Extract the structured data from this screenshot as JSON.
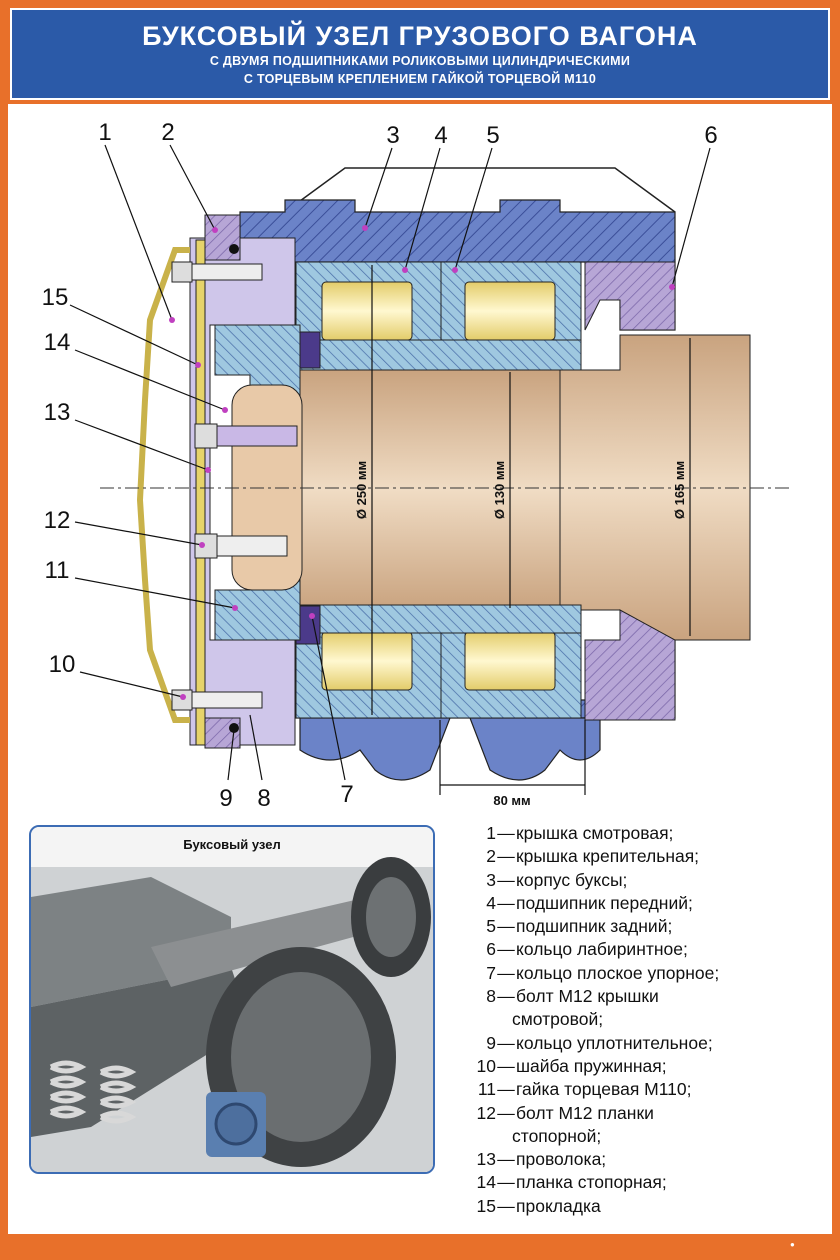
{
  "header": {
    "title": "БУКСОВЫЙ УЗЕЛ ГРУЗОВОГО ВАГОНА",
    "subtitle_1": "С ДВУМЯ ПОДШИПНИКАМИ РОЛИКОВЫМИ ЦИЛИНДРИЧЕСКИМИ",
    "subtitle_2": "С ТОРЦЕВЫМ КРЕПЛЕНИЕМ ГАЙКОЙ ТОРЦЕВОЙ М110"
  },
  "callouts": [
    "1",
    "2",
    "3",
    "4",
    "5",
    "6",
    "7",
    "8",
    "9",
    "10",
    "11",
    "12",
    "13",
    "14",
    "15"
  ],
  "dimensions": {
    "d250": "Ø 250 мм",
    "d130": "Ø 130 мм",
    "d165": "Ø 165 мм",
    "w80": "80 мм"
  },
  "photo": {
    "caption": "Буксовый узел"
  },
  "legend": [
    {
      "num": "1",
      "text": "крышка смотровая;"
    },
    {
      "num": "2",
      "text": "крышка крепительная;"
    },
    {
      "num": "3",
      "text": "корпус буксы;"
    },
    {
      "num": "4",
      "text": "подшипник передний;"
    },
    {
      "num": "5",
      "text": "подшипник задний;"
    },
    {
      "num": "6",
      "text": "кольцо лабиринтное;"
    },
    {
      "num": "7",
      "text": "кольцо плоское упорное;"
    },
    {
      "num": "8",
      "text": "болт М12 крышки",
      "cont": "смотровой;"
    },
    {
      "num": "9",
      "text": "кольцо уплотнительное;"
    },
    {
      "num": "10",
      "text": "шайба пружинная;"
    },
    {
      "num": "11",
      "text": "гайка торцевая М110;"
    },
    {
      "num": "12",
      "text": "болт М12 планки",
      "cont": "стопорной;"
    },
    {
      "num": "13",
      "text": "проволока;"
    },
    {
      "num": "14",
      "text": "планка стопорная;"
    },
    {
      "num": "15",
      "text": "прокладка"
    }
  ],
  "colors": {
    "frame": "#e8702a",
    "header": "#2b5aa8",
    "housing": "#6b83c8",
    "bearing": "#9fc8e0",
    "roller": "#f2e6a0",
    "axle": "#e8c9a8",
    "yellow": "#e6d36a",
    "lilac": "#b7a6d6"
  }
}
